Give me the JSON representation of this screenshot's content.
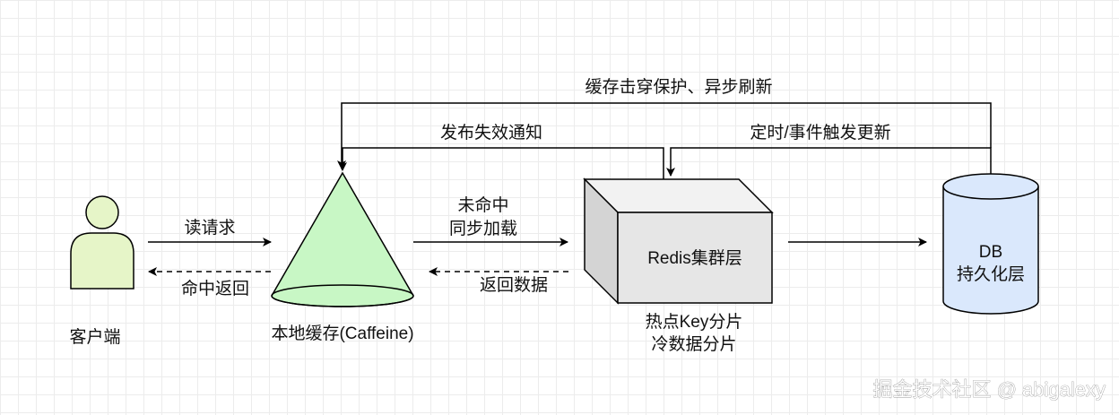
{
  "nodes": {
    "client": "客户端",
    "local_cache": "本地缓存(Caffeine)",
    "redis": "Redis集群层",
    "redis_note_line1": "热点Key分片",
    "redis_note_line2": "冷数据分片",
    "db_line1": "DB",
    "db_line2": "持久化层"
  },
  "edges": {
    "read_request": "读请求",
    "hit_return": "命中返回",
    "miss_line1": "未命中",
    "miss_line2": "同步加载",
    "return_data": "返回数据",
    "publish_invalidation": "发布失效通知",
    "timed_event_update": "定时/事件触发更新",
    "breakdown_protection": "缓存击穿保护、异步刷新"
  },
  "watermark": "掘金技术社区 @ abigalexy",
  "colors": {
    "person_fill": "#e6f5c8",
    "cone_fill": "#c8f7c5",
    "cube_front": "#e6e6e6",
    "cube_top": "#f2f2f2",
    "cube_side": "#d4d4d4",
    "db_fill": "#dae8fc",
    "stroke": "#000000"
  }
}
